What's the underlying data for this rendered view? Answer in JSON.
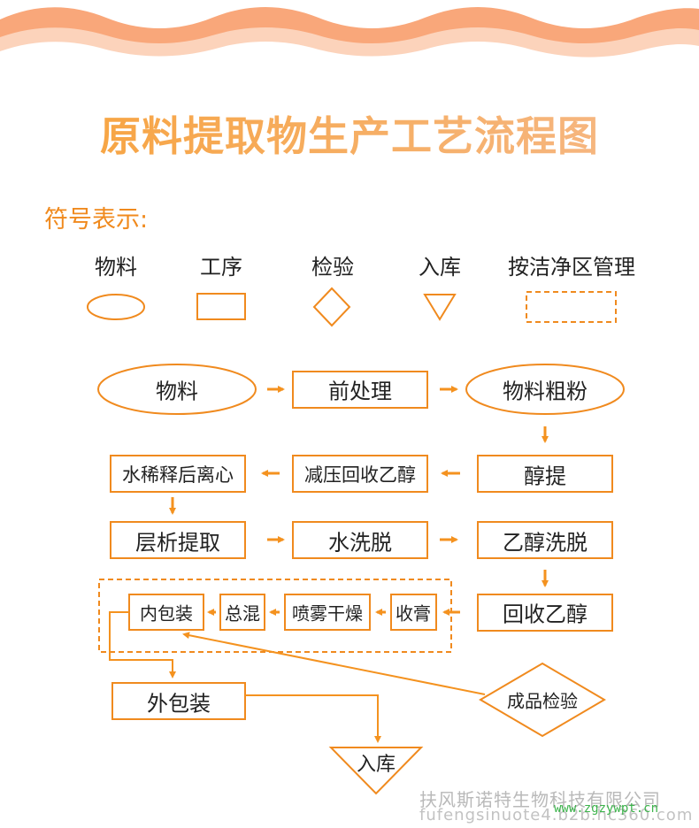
{
  "title": "原料提取物生产工艺流程图",
  "legend": {
    "heading": "符号表示:",
    "items": [
      {
        "label": "物料",
        "shape": "ellipse"
      },
      {
        "label": "工序",
        "shape": "rectangle"
      },
      {
        "label": "检验",
        "shape": "diamond"
      },
      {
        "label": "入库",
        "shape": "triangle"
      },
      {
        "label": "按洁净区管理",
        "shape": "dashed-rectangle"
      }
    ]
  },
  "nodes": {
    "material": "物料",
    "pretreatment": "前处理",
    "coarse_powder": "物料粗粉",
    "alcohol_extract": "醇提",
    "vacuum_recover": "减压回收乙醇",
    "dilute_centrifuge": "水稀释后离心",
    "chromatography": "层析提取",
    "water_wash": "水洗脱",
    "ethanol_elute": "乙醇洗脱",
    "recover_ethanol": "回收乙醇",
    "concentrate": "收膏",
    "spray_dry": "喷雾干燥",
    "mix": "总混",
    "inner_pack": "内包装",
    "outer_pack": "外包装",
    "inspection": "成品检验",
    "storage": "入库"
  },
  "watermark": {
    "company": "扶风斯诺特生物科技有限公司",
    "url1": "fufengsinuote4.b2b.hc360.com",
    "url2": "www.zgzywpt.cn"
  },
  "colors": {
    "accent": "#f08a1e",
    "arrow": "#f4921f",
    "wave_dark": "#f9a77a",
    "wave_light": "#fcd3bb",
    "text": "#222222"
  }
}
